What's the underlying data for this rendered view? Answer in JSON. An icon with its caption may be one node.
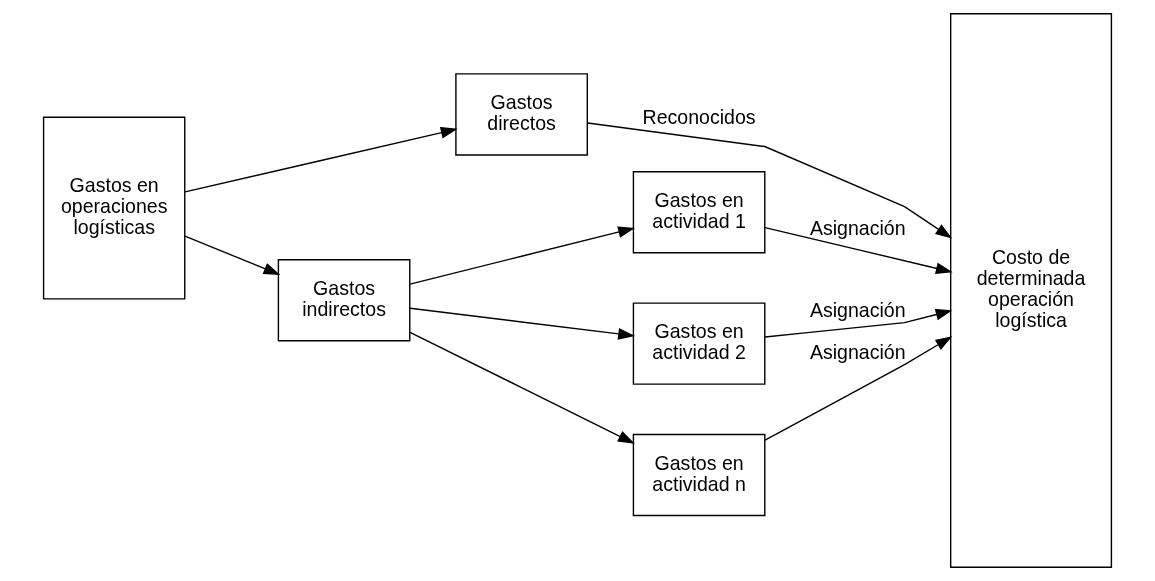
{
  "diagram": {
    "nodes": [
      {
        "text": [
          "Gastos en operaciones logísticas"
        ]
      },
      {
        "text": [
          "Gastos directos"
        ]
      },
      {
        "text": [
          "Gastos indirectos"
        ]
      },
      {
        "text": [
          "Gastos en actividad 1"
        ]
      },
      {
        "text": [
          "Gastos en actividad 2"
        ]
      },
      {
        "text": [
          "Gastos en actividad n"
        ]
      },
      {
        "text": [
          "Costo de determinada operación logística"
        ]
      }
    ],
    "edges": [
      {
        "from": 0,
        "to": 1,
        "arrow": "to"
      },
      {
        "from": 0,
        "to": 2,
        "arrow": "to"
      },
      {
        "from": 1,
        "to": 6,
        "arrow": "to",
        "label": "Reconocidos"
      },
      {
        "from": 2,
        "to": 3,
        "arrow": "to"
      },
      {
        "from": 2,
        "to": 4,
        "arrow": "to"
      },
      {
        "from": 2,
        "to": 5,
        "arrow": "to"
      },
      {
        "from": 3,
        "to": 6,
        "arrow": "to",
        "label": "Asignación"
      },
      {
        "from": 4,
        "to": 6,
        "arrow": "to",
        "label": "Asignación"
      },
      {
        "from": 5,
        "to": 6,
        "arrow": "to",
        "label": "Asignación"
      }
    ]
  }
}
